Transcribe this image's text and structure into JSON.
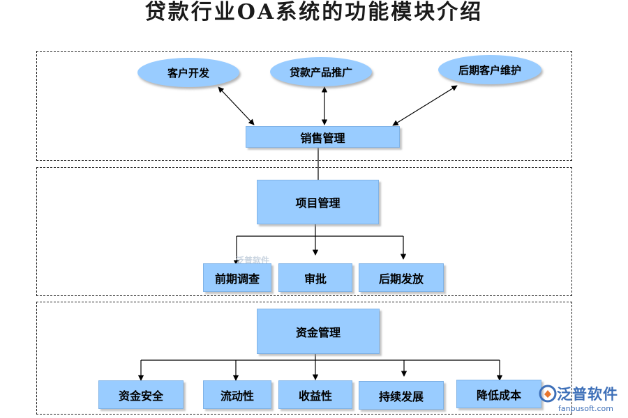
{
  "title": "贷款行业OA系统的功能模块介绍",
  "sales": {
    "ellipses": [
      "客户开发",
      "贷款产品推广",
      "后期客户维护"
    ],
    "box": "销售管理"
  },
  "project": {
    "box": "项目管理",
    "children": [
      "前期调查",
      "审批",
      "后期发放"
    ]
  },
  "capital": {
    "box": "资金管理",
    "children": [
      "资金安全",
      "流动性",
      "收益性",
      "持续发展",
      "降低成本"
    ]
  },
  "watermark": "泛普软件",
  "logo": {
    "name": "泛普软件",
    "url": "fanpusoft.com"
  },
  "colors": {
    "box_fill": "#99ccff",
    "logo_blue": "#3d6fb8"
  }
}
